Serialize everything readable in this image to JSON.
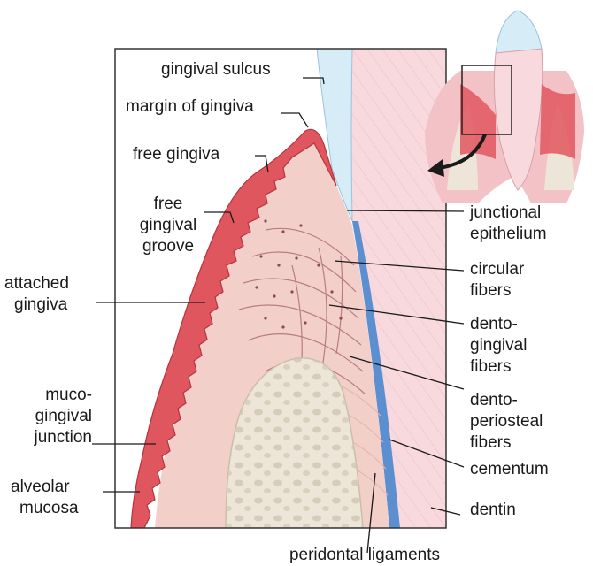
{
  "labels": {
    "gingival_sulcus": "gingival sulcus",
    "margin_of_gingiva": "margin of gingiva",
    "free_gingiva": "free gingiva",
    "free_gingival_groove": [
      "free",
      "gingival",
      "groove"
    ],
    "attached_gingiva": [
      "attached",
      "gingiva"
    ],
    "mucogingival_junction": [
      "muco-",
      "gingival",
      "junction"
    ],
    "alveolar_mucosa": [
      "alveolar",
      "mucosa"
    ],
    "junctional_epithelium": [
      "junctional",
      "epithelium"
    ],
    "circular_fibers": [
      "circular",
      "fibers"
    ],
    "dentogingival_fibers": [
      "dento-",
      "gingival",
      "fibers"
    ],
    "dentoperiosteal_fibers": [
      "dento-",
      "periosteal",
      "fibers"
    ],
    "cementum": "cementum",
    "dentin": "dentin",
    "periodontal_ligaments": "peridontal ligaments"
  },
  "colors": {
    "gingiva_red": "#e0565e",
    "gingiva_dark": "#b8323c",
    "connective_tissue": "#f2cfc8",
    "dentin_pink": "#f7d9de",
    "enamel_blue": "#d6ecf7",
    "cementum_blue": "#5b8fd0",
    "bone": "#ede6d8",
    "arrow": "#1a1a1a"
  },
  "icons": {
    "inset": "tooth-inset-icon",
    "arrow": "curved-arrow-icon"
  }
}
